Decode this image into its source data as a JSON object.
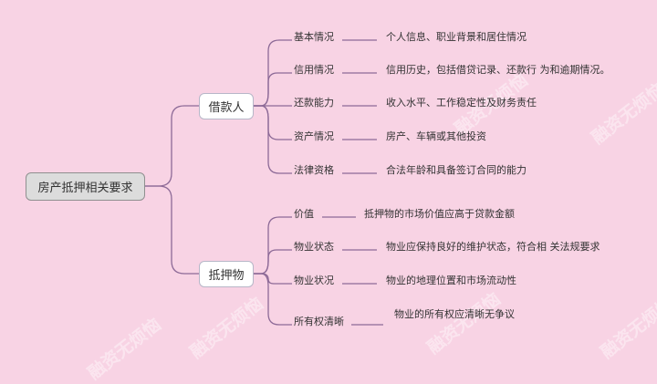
{
  "root": {
    "label": "房产抵押相关要求"
  },
  "branches": [
    {
      "label": "借款人",
      "items": [
        {
          "label": "基本情况",
          "desc": "个人信息、职业背景和居住情况"
        },
        {
          "label": "信用情况",
          "desc": "信用历史，包括借贷记录、还款行 为和逾期情况。"
        },
        {
          "label": "还款能力",
          "desc": "收入水平、工作稳定性及财务责任"
        },
        {
          "label": "资产情况",
          "desc": "房产、车辆或其他投资"
        },
        {
          "label": "法律资格",
          "desc": "合法年龄和具备签订合同的能力"
        }
      ]
    },
    {
      "label": "抵押物",
      "items": [
        {
          "label": "价值",
          "desc": "抵押物的市场价值应高于贷款金额"
        },
        {
          "label": "物业状态",
          "desc": "物业应保持良好的维护状态，符合相 关法规要求"
        },
        {
          "label": "物业状况",
          "desc": "物业的地理位置和市场流动性"
        },
        {
          "label": "所有权清晰",
          "desc": "物业的所有权应清晰无争议"
        }
      ]
    }
  ],
  "watermark": "融资无烦恼",
  "colors": {
    "background": "#f8d3e4",
    "connector": "#8d6a97",
    "root_fill": "#dcdcdc",
    "branch_fill": "#ffffff"
  }
}
